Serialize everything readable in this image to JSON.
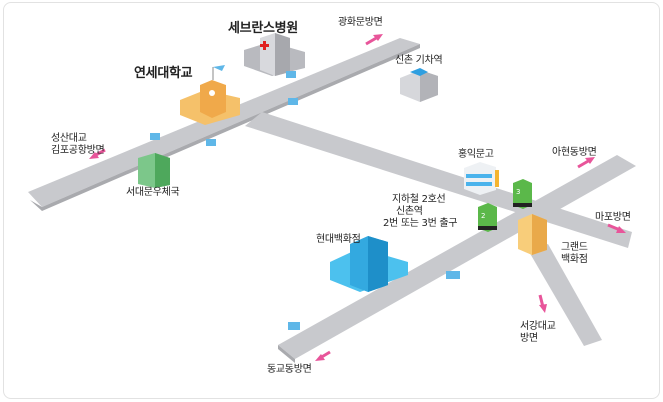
{
  "landmarks": {
    "severance": "세브란스병원",
    "yonsei": "연세대학교",
    "sinchon_train": "신촌 기차역",
    "post_office": "서대문우체국",
    "hongik_books": "홍익문고",
    "hyundai": "현대백화점",
    "grand_line1": "그랜드",
    "grand_line2": "백화점"
  },
  "subway": {
    "line1": "지하철 2호선",
    "line2": "신촌역",
    "line3": "2번 또는 3번 출구",
    "exit_a": "2",
    "exit_b": "3"
  },
  "directions": {
    "gwanghwamun": "광화문방면",
    "seongsan_line1": "성산대교",
    "seongsan_line2": "김포공항방면",
    "ahyeon": "아현동방면",
    "mapo": "마포방면",
    "seogang_line1": "서강대교",
    "seogang_line2": "방면",
    "donggyo": "동교동방면"
  },
  "colors": {
    "road": "#c8c9cd",
    "road_edge": "#a9aaae",
    "arrow": "#e8559a"
  }
}
